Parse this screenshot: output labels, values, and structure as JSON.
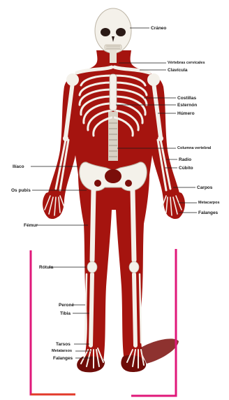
{
  "labels": {
    "craneo": "Cráneo",
    "vertebras_cervicales": "Vértebras cervicales",
    "clavicula": "Clavícula",
    "costillas": "Costillas",
    "esternon": "Esternón",
    "humero": "Húmero",
    "columna_vertebral": "Columna vertebral",
    "radio": "Radio",
    "cubito": "Cúbito",
    "carpos": "Carpos",
    "metacarpos": "Metacarpos",
    "falanges_mano": "Falanges",
    "ilion": "Ilíaco",
    "os_pubis": "Os pubis",
    "femur": "Fémur",
    "rotula": "Rótula",
    "perone": "Peroné",
    "tibia": "Tibia",
    "tarsos": "Tarsos",
    "metatarsos": "Metatarsos",
    "falanges_pie": "Falanges"
  },
  "colors": {
    "flesh": "#a5140f",
    "flesh_dark": "#6e0c08",
    "bone": "#f4f1ea",
    "bone_shade": "#bdb5a6",
    "bracket": "#e0187a",
    "bracket_red": "#e23a2a"
  }
}
